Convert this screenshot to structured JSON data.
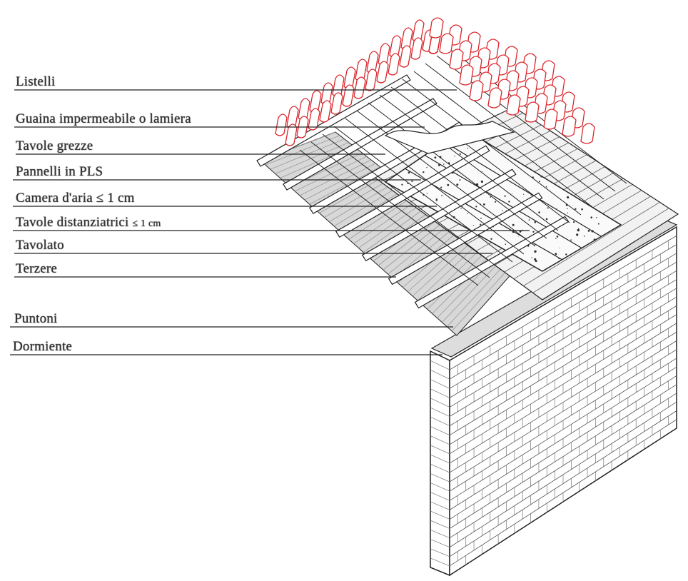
{
  "labels": [
    {
      "id": "listelli",
      "text": "Listelli"
    },
    {
      "id": "guaina",
      "text": "Guaina impermeabile o lamiera"
    },
    {
      "id": "tavole-grezze",
      "text": "Tavole grezze"
    },
    {
      "id": "pannelli",
      "text": "Pannelli in PLS"
    },
    {
      "id": "camera",
      "text": "Camera d'aria ≤ 1 cm"
    },
    {
      "id": "tavole-distanziatrici",
      "text": "Tavole distanziatrici",
      "suffix": "≤ 1 cm"
    },
    {
      "id": "tavolato",
      "text": "Tavolato"
    },
    {
      "id": "terzere",
      "text": "Terzere"
    },
    {
      "id": "puntoni",
      "text": "Puntoni"
    },
    {
      "id": "dormiente",
      "text": "Dormiente"
    }
  ],
  "colors": {
    "tiles": "#d9262b",
    "line": "#222222",
    "wood": "#888888"
  }
}
